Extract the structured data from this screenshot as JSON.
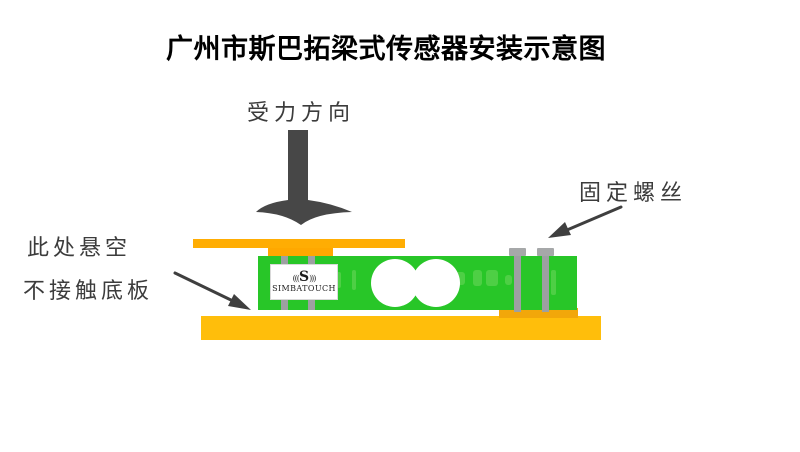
{
  "title": "广州市斯巴拓梁式传感器安装示意图",
  "labels": {
    "force_direction": "受力方向",
    "fixing_screws": "固定螺丝",
    "gap_line1": "此处悬空",
    "gap_line2": "不接触底板"
  },
  "logo": {
    "mark_left": "(((",
    "mark_s": "S",
    "mark_right": ")))",
    "brand": "SIMBATOUCH"
  },
  "colors": {
    "title_text": "#000000",
    "label_text": "#3c3c3c",
    "arrow_dark": "#474747",
    "annotation_arrow": "#3f3f3f",
    "top_plate": "#FFAD03",
    "spacer_block": "#FFA800",
    "sensor_green": "#28C628",
    "faint_print": "#5BD24F",
    "screw_gray": "#9DA0A2",
    "screw_head_gray": "#A6A8A9",
    "pedestal": "#F2A70A",
    "base_plate": "#FFBE0B"
  }
}
